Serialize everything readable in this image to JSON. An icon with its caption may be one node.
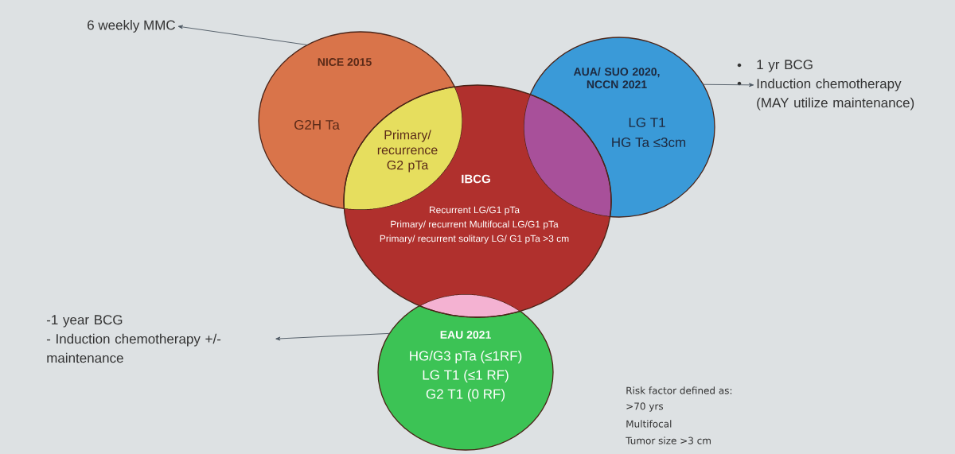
{
  "diagram": {
    "nodes": [
      {
        "text": [
          "NICE 2015",
          "G2H Ta"
        ]
      },
      {
        "text": [
          "IBCG",
          "Recurrent LG/G1 pTa",
          "Primary/ recurrent Multifocal LG/G1 pTa",
          "Primary/ recurrent solitary LG/ G1 pTa >3 cm"
        ]
      },
      {
        "text": [
          "AUA/ SUO 2020, NCCN 2021",
          "LG T1",
          "HG Ta ≤3cm"
        ]
      },
      {
        "text": [
          "EAU 2021",
          "HG/G3 pTa (≤1RF)",
          "LG T1 (≤1 RF)",
          "G2 T1 (0 RF)"
        ]
      },
      {
        "text": [
          "6 weekly MMC"
        ]
      },
      {
        "text": [
          "1 yr BCG",
          "Induction chemotherapy (MAY utilize maintenance)"
        ]
      },
      {
        "text": [
          "-1 year BCG",
          "- Induction chemotherapy +/- maintenance"
        ]
      }
    ],
    "edges": [
      {
        "from": 0,
        "to": 4,
        "arrow": "to"
      },
      {
        "from": 2,
        "to": 5,
        "arrow": "to"
      },
      {
        "from": 3,
        "to": 6,
        "arrow": "to"
      }
    ],
    "labels": [
      "Primary/ recurrence G2 pTa",
      "Risk factor defined as:",
      ">70 yrs",
      "Multifocal",
      "Tumor size >3 cm"
    ]
  }
}
